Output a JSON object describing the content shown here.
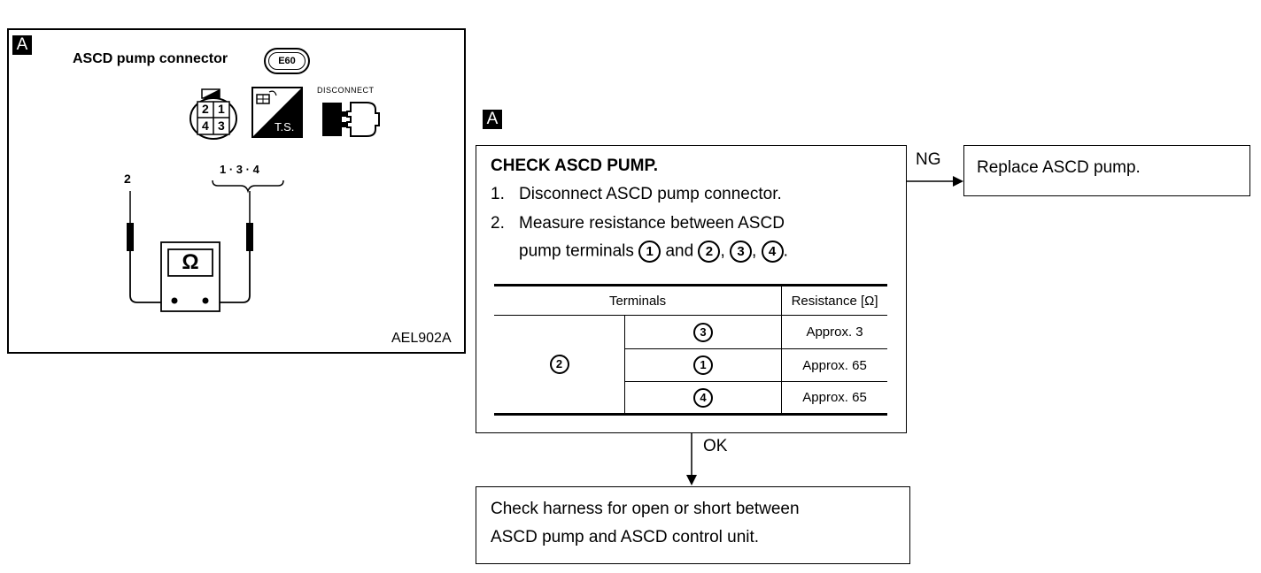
{
  "figure": {
    "tag": "A",
    "connector_label": "ASCD pump connector",
    "connector_code": "E60",
    "pin_labels": [
      "2",
      "1",
      "4",
      "3"
    ],
    "ts_label": "T.S.",
    "disconnect_label": "DISCONNECT",
    "probe_left_label": "2",
    "probe_right_label": "1 · 3 · 4",
    "meter_symbol": "Ω",
    "figure_id": "AEL902A"
  },
  "flow": {
    "tag": "A",
    "check_box": {
      "title": "CHECK ASCD PUMP.",
      "step1_num": "1.",
      "step1_text": "Disconnect ASCD pump connector.",
      "step2_num": "2.",
      "step2_line1": "Measure resistance between ASCD",
      "step2_line2_pre": "pump terminals",
      "step2_t1": "1",
      "step2_and": "and",
      "step2_t2": "2",
      "step2_comma1": ",",
      "step2_t3": "3",
      "step2_comma2": ",",
      "step2_t4": "4",
      "step2_end": "."
    },
    "table": {
      "header_terminals": "Terminals",
      "header_resistance": "Resistance [Ω]",
      "common_terminal": "2",
      "rows": [
        {
          "terminal": "3",
          "resistance": "Approx. 3"
        },
        {
          "terminal": "1",
          "resistance": "Approx. 65"
        },
        {
          "terminal": "4",
          "resistance": "Approx. 65"
        }
      ]
    },
    "ng_label": "NG",
    "ng_result": "Replace ASCD pump.",
    "ok_label": "OK",
    "ok_result_line1": "Check harness for open or short between",
    "ok_result_line2": "ASCD pump and ASCD control unit."
  }
}
